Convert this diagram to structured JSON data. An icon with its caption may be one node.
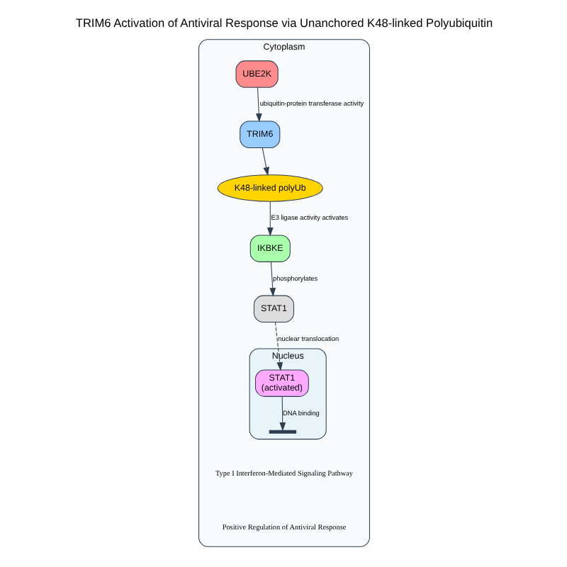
{
  "diagram": {
    "title": "TRIM6 Activation of Antiviral Response via Unanchored K48-linked Polyubiquitin",
    "nodes": [
      {
        "text": [
          "Cytoplasm"
        ]
      },
      {
        "text": [
          "UBE2K"
        ],
        "in": 0
      },
      {
        "text": [
          "TRIM6"
        ],
        "in": 0
      },
      {
        "text": [
          "K48-linked polyUb"
        ],
        "in": 0
      },
      {
        "text": [
          "IKBKE"
        ],
        "in": 0
      },
      {
        "text": [
          "STAT1"
        ],
        "in": 0
      },
      {
        "text": [
          "Nucleus"
        ],
        "in": 0
      },
      {
        "text": [
          "STAT1",
          "(activated)"
        ],
        "in": 6
      },
      {
        "text": [],
        "shape": "bar",
        "in": 6
      }
    ],
    "edges": [
      {
        "from": 1,
        "to": 2,
        "arrow": "to",
        "label": "ubiquitin-protein transferase activity"
      },
      {
        "from": 2,
        "to": 3,
        "arrow": "to"
      },
      {
        "from": 3,
        "to": 4,
        "arrow": "to",
        "label": "E3 ligase activity activates"
      },
      {
        "from": 4,
        "to": 5,
        "arrow": "to",
        "label": "phosphorylates"
      },
      {
        "from": 5,
        "to": 7,
        "arrow": "to",
        "label": "nuclear translocation",
        "style": "dashed"
      },
      {
        "from": 7,
        "to": 8,
        "arrow": "to",
        "label": "DNA binding"
      }
    ],
    "labels": [
      "Type I Interferon-Mediated Signaling Pathway",
      "Positive Regulation of Antiviral Response"
    ]
  }
}
